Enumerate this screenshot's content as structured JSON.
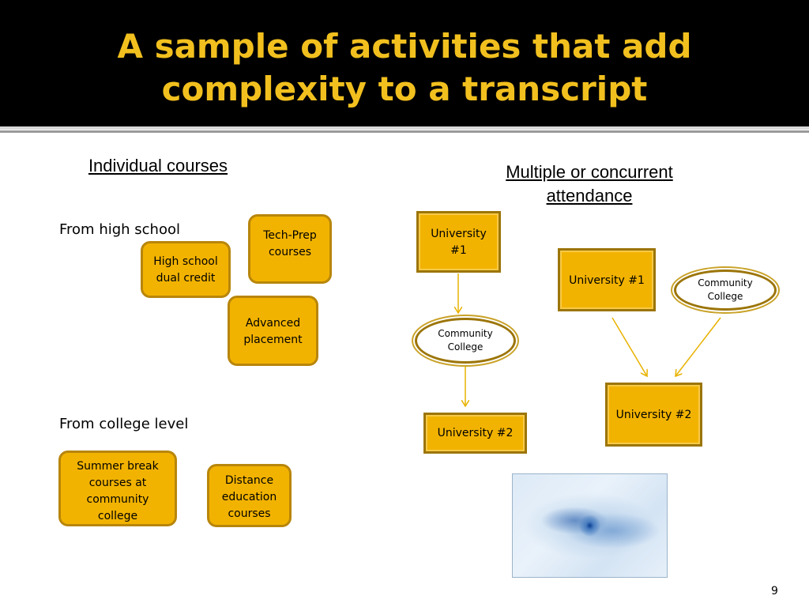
{
  "title": {
    "line1": "A sample of activities that add",
    "line2": "complexity to a transcript"
  },
  "left": {
    "heading": "Individual courses",
    "high_school_label": "From high school",
    "college_label": "From college level",
    "boxes": {
      "tech_prep": [
        "Tech-Prep",
        "courses"
      ],
      "dual_credit": [
        "High school",
        "dual credit"
      ],
      "advanced_placement": [
        "Advanced",
        "placement"
      ],
      "summer_break": [
        "Summer break",
        "courses at",
        "community",
        "college"
      ],
      "distance_education": [
        "Distance",
        "education",
        "courses"
      ]
    }
  },
  "right": {
    "heading": [
      "Multiple or concurrent",
      "attendance"
    ],
    "sequence": {
      "university1": [
        "University",
        "#1"
      ],
      "community_college": [
        "Community",
        "College"
      ],
      "university2": "University #2"
    },
    "concurrent": {
      "university1": "University #1",
      "community_college": [
        "Community",
        "College"
      ],
      "university2": "University #2"
    }
  },
  "colors": {
    "title": "#f2c01e",
    "box_fill": "#f2b300",
    "box_border": "#b8860b",
    "arrow": "#e8b200"
  },
  "page_number": "9"
}
